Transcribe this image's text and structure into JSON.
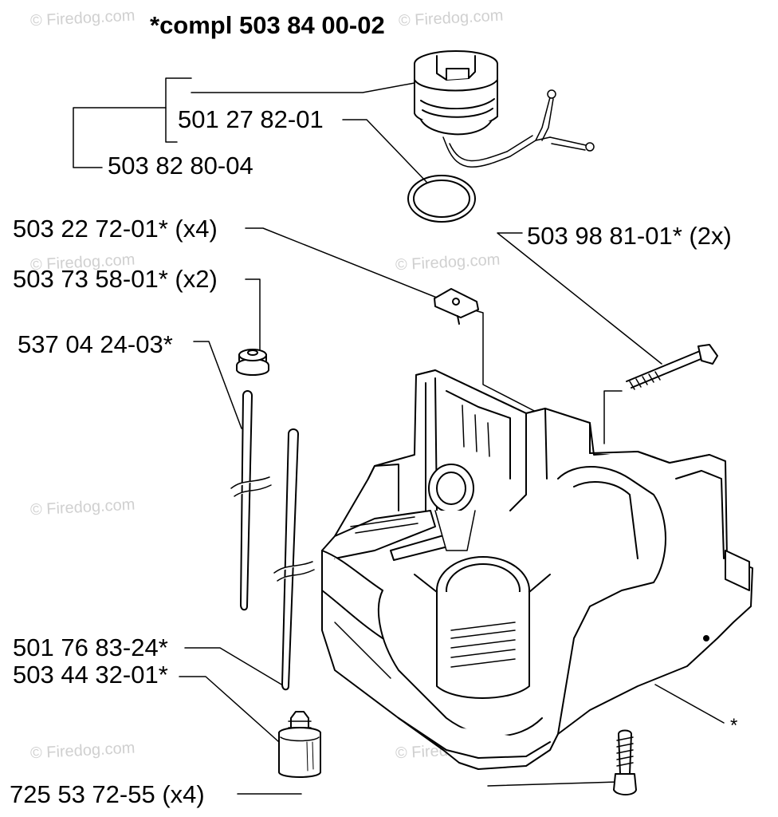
{
  "watermark": "© Firedog.com",
  "title": "*compl 503 84 00-02",
  "labels": {
    "p1": "501 27 82-01",
    "p2": "503 82 80-04",
    "p3": "503 22 72-01* (x4)",
    "p4": "503 98 81-01* (2x)",
    "p5": "503 73 58-01* (x2)",
    "p6": "537 04 24-03*",
    "p7": "501 76 83-24*",
    "p8": "503 44 32-01*",
    "p9": "725 53 72-55 (x4)",
    "p10": "*"
  }
}
